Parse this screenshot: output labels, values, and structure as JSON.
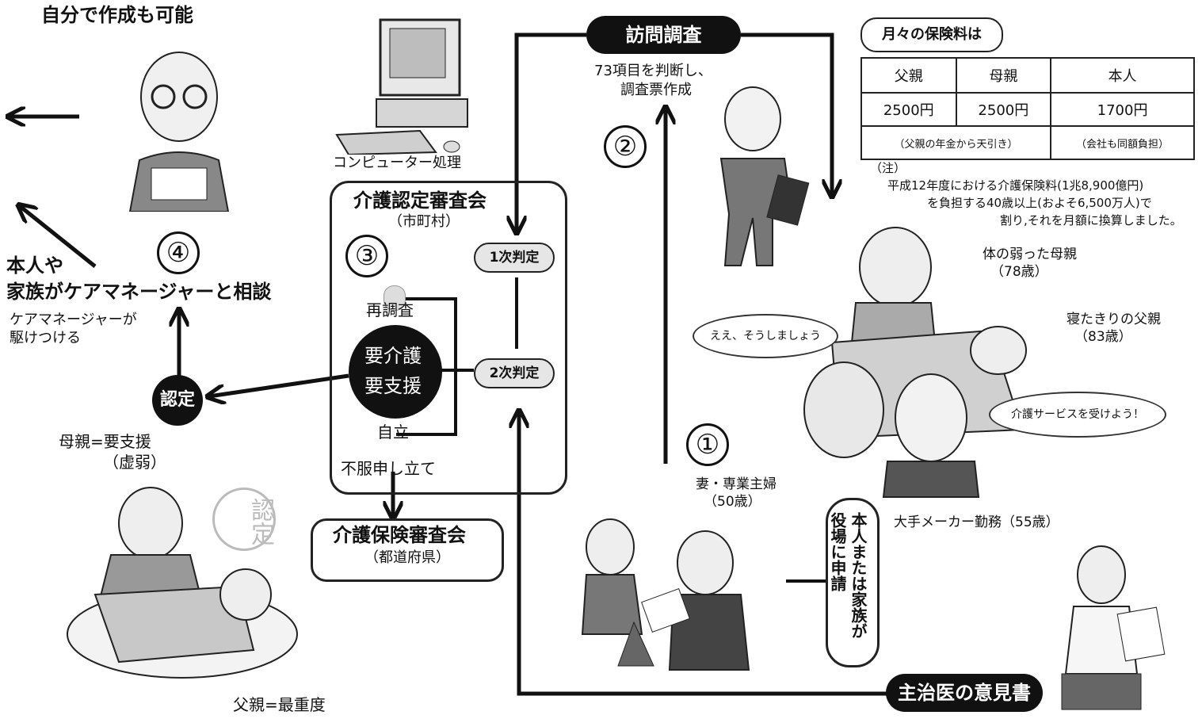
{
  "self_create": "自分で作成も可能",
  "computer_label": "コンピューター処理",
  "visit_title": "訪問調査",
  "visit_note_line1": "73項目を判断し、",
  "visit_note_line2": "調査票作成",
  "step_numbers": [
    "①",
    "②",
    "③",
    "④"
  ],
  "committee": {
    "title": "介護認定審査会",
    "sub": "（市町村）",
    "first_judgment": "1次判定",
    "second_judgment": "2次判定",
    "reinvestigation": "再調査",
    "care_needed": "要介護",
    "support_needed": "要支援",
    "independent": "自立",
    "objection": "不服申し立て"
  },
  "insurance_committee": {
    "title": "介護保険審査会",
    "sub": "（都道府県）"
  },
  "certification": "認定",
  "consult_line1": "本人や",
  "consult_line2": "家族がケアマネージャーと相談",
  "cm_line1": "ケアマネージャーが",
  "cm_line2": "駆けつける",
  "mother_status_line1": "母親=要支援",
  "mother_status_line2": "（虚弱）",
  "father_status": "父親=最重度",
  "stamp_text": "認定",
  "premium": {
    "title": "月々の保険料は",
    "headers": [
      "父親",
      "母親",
      "本人"
    ],
    "values": [
      "2500円",
      "2500円",
      "1700円"
    ],
    "note_parents": "（父親の年金から天引き）",
    "note_self": "（会社も同額負担）"
  },
  "footnote": {
    "label": "（注）",
    "line1": "平成12年度における介護保険料(1兆8,900億円)",
    "line2": "を負担する40歳以上(およそ6,500万人)で",
    "line3": "割り,それを月額に換算しました。"
  },
  "family": {
    "mother_line1": "体の弱った母親",
    "mother_line2": "（78歳）",
    "father_line1": "寝たきりの父親",
    "father_line2": "（83歳）",
    "wife_line1": "妻・専業主婦",
    "wife_line2": "（50歳）",
    "husband": "大手メーカー勤務（55歳）"
  },
  "bubbles": {
    "wife": "ええ、そうしましょう",
    "husband": "介護サービスを受けよう！"
  },
  "apply_vertical_col1": "本人または家族が",
  "apply_vertical_col2": "役場に申請",
  "doctor_opinion": "主治医の意見書"
}
